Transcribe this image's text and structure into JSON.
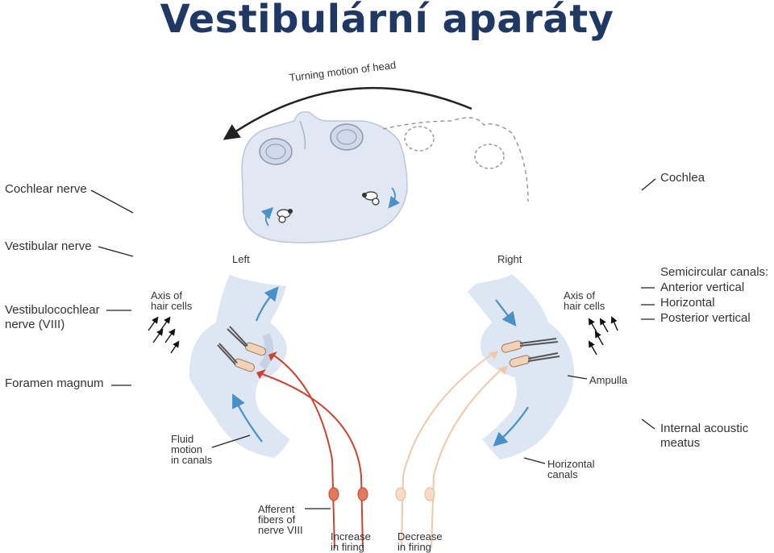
{
  "slide": {
    "title": "Vestibulární aparáty"
  },
  "diagram": {
    "turning_motion": "Turning motion of head",
    "side_left": "Left",
    "side_right": "Right",
    "axis_left": [
      "Axis of",
      "hair cells"
    ],
    "axis_right": [
      "Axis of",
      "hair cells"
    ],
    "fluid_motion": [
      "Fluid",
      "motion",
      "in canals"
    ],
    "afferent": [
      "Afferent",
      "fibers of",
      "nerve VIII"
    ],
    "increase": [
      "Increase",
      "in firing"
    ],
    "decrease": [
      "Decrease",
      "in firing"
    ],
    "ampulla": "Ampulla",
    "horizontal_canals": [
      "Horizontal",
      "canals"
    ]
  },
  "side_labels": {
    "cochlear_nerve": "Cochlear nerve",
    "vestibular_nerve": "Vestibular nerve",
    "vestibulocochlear": [
      "Vestibulocochlear",
      "nerve (VIII)"
    ],
    "foramen_magnum": "Foramen magnum",
    "cochlea": "Cochlea",
    "semicircular_title": "Semicircular canals:",
    "semicircular_items": [
      "Anterior vertical",
      "Horizontal",
      "Posterior vertical"
    ],
    "internal_acoustic": [
      "Internal acoustic",
      "meatus"
    ]
  },
  "colors": {
    "title": "#1f3864",
    "canal_fill": "#dde6f3",
    "canal_flow": "#4a90c8",
    "increase": "#c8452f",
    "decrease": "#f0c8a8"
  }
}
